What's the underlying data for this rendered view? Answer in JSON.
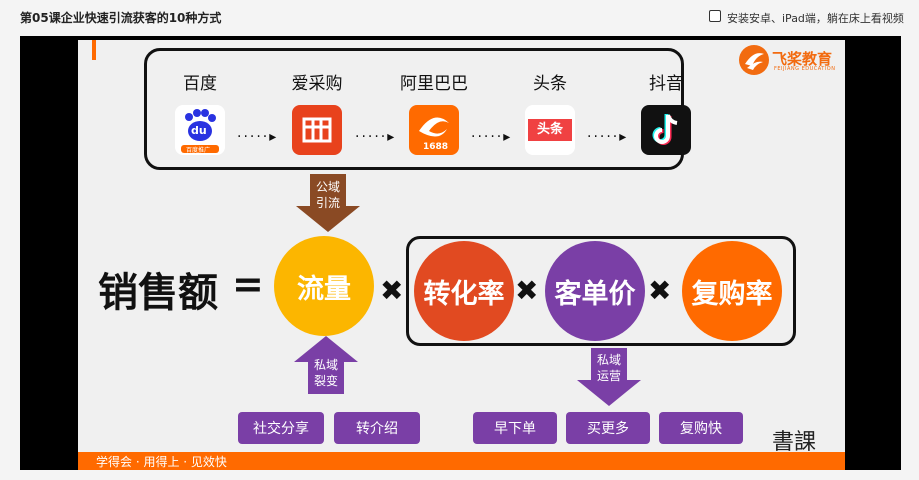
{
  "header": {
    "course_title": "第05课企业快速引流获客的10种方式",
    "install_label": "安装安卓、iPad端，躺在床上看视频"
  },
  "slide": {
    "logo_text": "飞桨教育",
    "logo_sub": "FEIJIANG EDUCATION",
    "platforms": [
      {
        "label": "百度",
        "icon": "baidu-icon",
        "icon_text": "du",
        "icon_sub": "百度推广"
      },
      {
        "label": "爱采购",
        "icon": "aicaigou-icon",
        "icon_text": ""
      },
      {
        "label": "阿里巴巴",
        "icon": "alibaba-icon",
        "icon_text": "1688"
      },
      {
        "label": "头条",
        "icon": "toutiao-icon",
        "icon_text": "头条"
      },
      {
        "label": "抖音",
        "icon": "douyin-icon",
        "icon_text": "♪"
      }
    ],
    "public_arrow": "公域\n引流",
    "private_arrow": "私域\n裂变",
    "operation_arrow": "私域\n运营",
    "equation_label": "销售额",
    "equals": "=",
    "traffic": "流量",
    "conversion": "转化率",
    "unit_price": "客单价",
    "repurchase": "复购率",
    "times": "✖",
    "pills_left": [
      "社交分享",
      "转介绍"
    ],
    "pills_right": [
      "早下单",
      "买更多",
      "复购快"
    ],
    "bottom_text": "学得会 · 用得上 · 见效快",
    "seal_text": "書課"
  },
  "colors": {
    "traffic": "#fcb600",
    "conversion": "#e14a21",
    "unit_price": "#7a3fa6",
    "repurchase": "#ff6a00",
    "arrow_brown": "#8a4a24",
    "arrow_purple": "#7a3fa6",
    "accent": "#ff6a00"
  }
}
